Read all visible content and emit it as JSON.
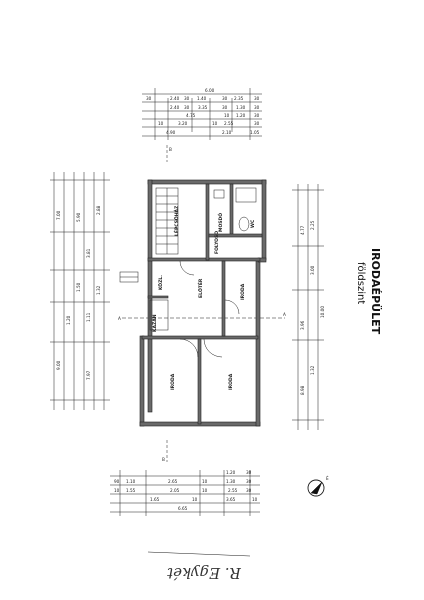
{
  "title": {
    "main": "IRODAÉPÜLET",
    "sub": "földszint"
  },
  "section_markers": {
    "top": "B",
    "bottom": "B",
    "left": "A",
    "right": "A"
  },
  "north_label": "É",
  "rooms": [
    {
      "key": "lepcsohaz",
      "label": "LÉPCSŐHÁZ"
    },
    {
      "key": "mosdo",
      "label": "MOSDÓ"
    },
    {
      "key": "wc",
      "label": "WC"
    },
    {
      "key": "folyoso",
      "label": "FOLYOSO"
    },
    {
      "key": "eloter",
      "label": "ELŐTÉR"
    },
    {
      "key": "iroda1",
      "label": "IRODA"
    },
    {
      "key": "iroda2",
      "label": "IRODA"
    },
    {
      "key": "iroda3",
      "label": "IRODA"
    },
    {
      "key": "kazan",
      "label": "KAZÁN"
    },
    {
      "key": "kozl",
      "label": "KÖZL."
    }
  ],
  "dims_top": {
    "row1": [
      "6.00"
    ],
    "row2": [
      "2.40",
      "30",
      "1.40",
      "30",
      "2.35",
      "30"
    ],
    "row3": [
      "2.40",
      "30",
      "3.35",
      "30",
      "1.30",
      "30"
    ],
    "row4": [
      "4.75",
      "10",
      "1.20",
      "30"
    ],
    "row5": [
      "10",
      "3.20",
      "10",
      "2.55",
      "30"
    ],
    "row6": [
      "4.90",
      "2.10",
      "1.05"
    ]
  },
  "dims_bottom": {
    "row1": [
      "1.20",
      "30"
    ],
    "row2": [
      "90",
      "1.10",
      "2.65",
      "10",
      "1.30",
      "30"
    ],
    "row3": [
      "10",
      "1.55",
      "2.05",
      "10",
      "2.55",
      "30"
    ],
    "row4": [
      "1.65",
      "10",
      "3.65",
      "10"
    ],
    "row5": [
      "6.65"
    ]
  },
  "dims_left": [
    "7.00",
    "5.90",
    "3.81",
    "1.50",
    "1.11",
    "1.32",
    "1.20",
    "7.97",
    "2.88",
    "9.00"
  ],
  "dims_right": [
    "4.77",
    "3.00",
    "10.00",
    "3.96",
    "2.25",
    "8.98",
    "1.32"
  ],
  "signature": "R. Egykét"
}
